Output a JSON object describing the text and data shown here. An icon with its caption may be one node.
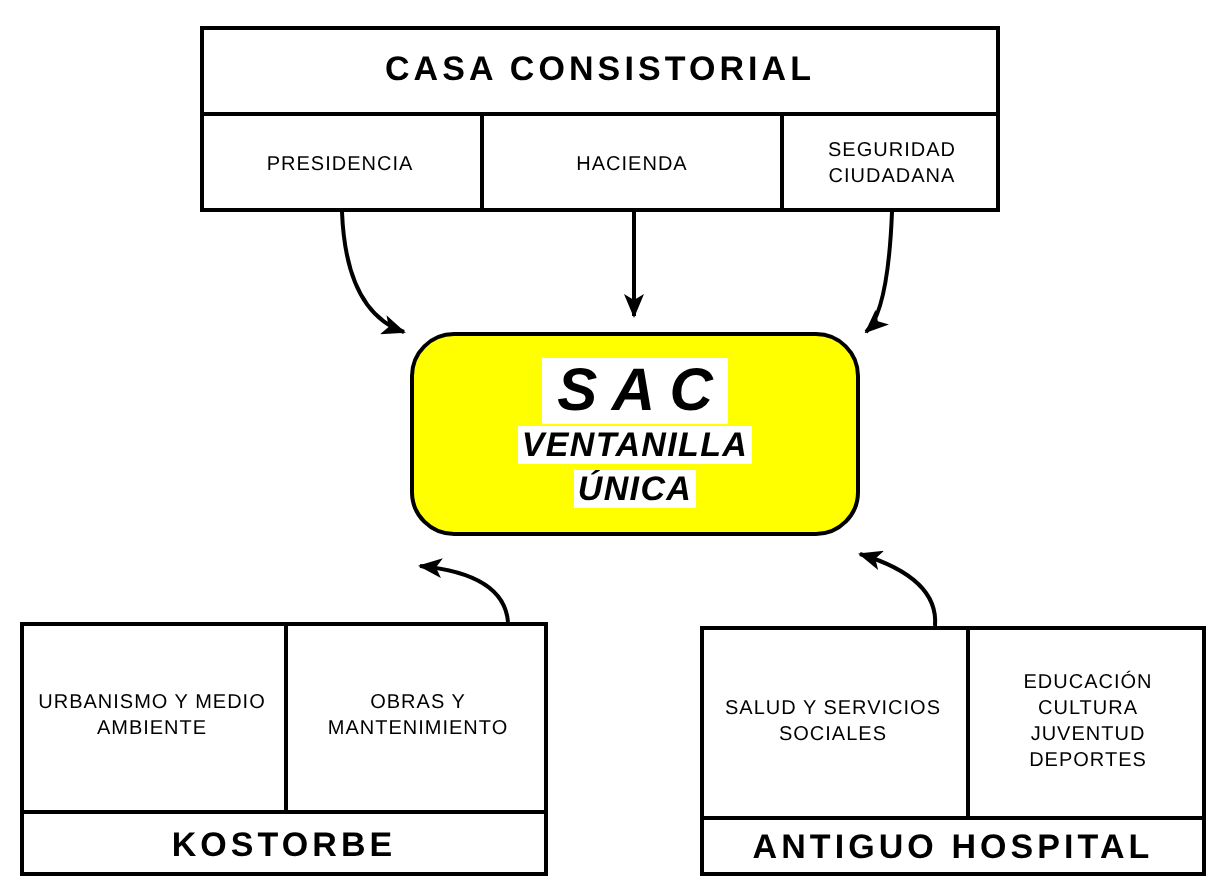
{
  "diagram": {
    "nodes": [
      {
        "text": [
          "CASA CONSISTORIAL"
        ]
      },
      {
        "text": [
          "PRESIDENCIA"
        ],
        "in": 0
      },
      {
        "text": [
          "HACIENDA"
        ],
        "in": 0
      },
      {
        "text": [
          "SEGURIDAD CIUDADANA"
        ],
        "in": 0
      },
      {
        "text": [
          "S A C",
          "VENTANILLA ÚNICA"
        ]
      },
      {
        "text": [
          "KOSTORBE"
        ]
      },
      {
        "text": [
          "URBANISMO Y MEDIO AMBIENTE"
        ],
        "in": 5
      },
      {
        "text": [
          "OBRAS Y MANTENIMIENTO"
        ],
        "in": 5
      },
      {
        "text": [
          "ANTIGUO HOSPITAL"
        ]
      },
      {
        "text": [
          "SALUD Y SERVICIOS SOCIALES"
        ],
        "in": 8
      },
      {
        "text": [
          "EDUCACIÓN CULTURA JUVENTUD DEPORTES"
        ],
        "in": 8
      }
    ],
    "edges": [
      {
        "from": 1,
        "to": 4,
        "arrow": "to"
      },
      {
        "from": 2,
        "to": 4,
        "arrow": "to"
      },
      {
        "from": 3,
        "to": 4,
        "arrow": "to"
      },
      {
        "from": 7,
        "to": 4,
        "arrow": "to"
      },
      {
        "from": 9,
        "to": 4,
        "arrow": "to"
      }
    ]
  }
}
